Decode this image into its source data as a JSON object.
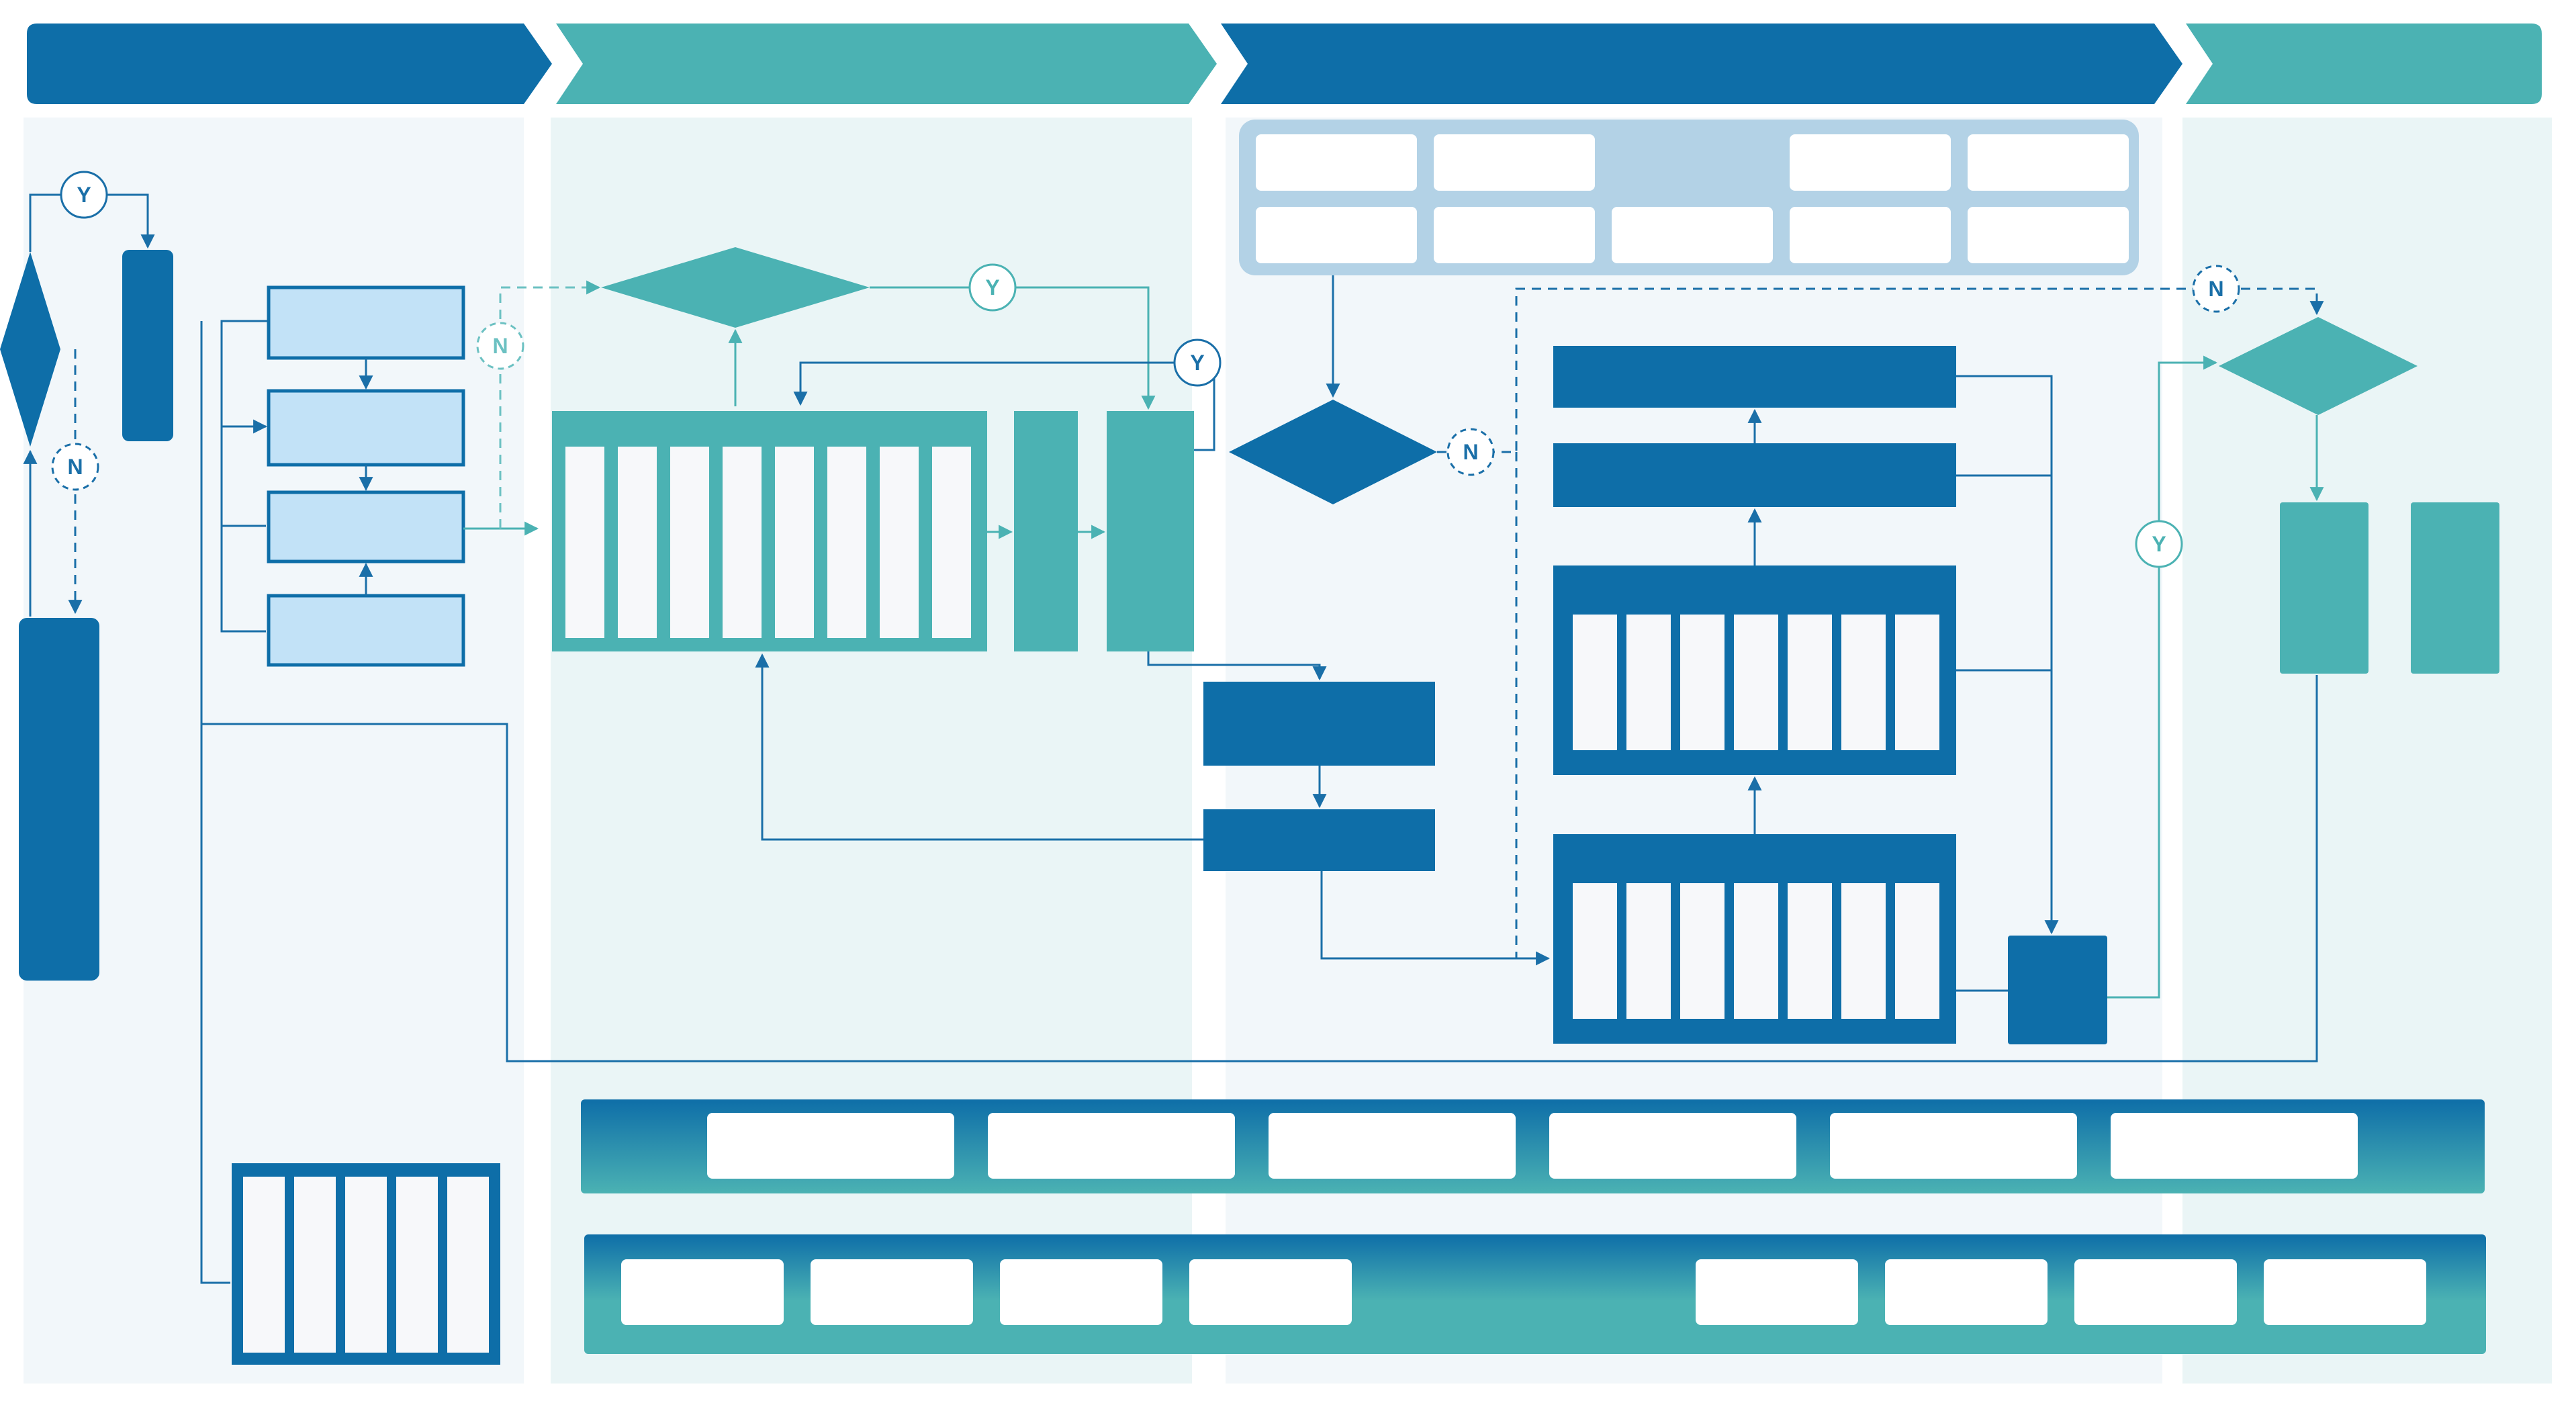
{
  "colors": {
    "dark_blue": "#0e6ea8",
    "teal": "#4bb2b3",
    "light_blue": "#c2e2f7",
    "lane_tint": "#f2f7fa",
    "lane_tint_teal": "#eaf5f6",
    "legend_frame": "#b3d2e6",
    "cell_white": "#f7f8fa",
    "line_blue": "#1a6fa8",
    "line_teal": "#4bb2b3",
    "dashed_blue": "#1a6fa8",
    "dashed_teal": "#6cc1c2"
  },
  "phases": [
    {
      "label": "",
      "style": "dark_blue"
    },
    {
      "label": "",
      "style": "teal"
    },
    {
      "label": "",
      "style": "dark_blue"
    },
    {
      "label": "",
      "style": "teal"
    }
  ],
  "connector_labels": {
    "yes": "Y",
    "no": "N"
  },
  "icons": [
    "decision-diamond",
    "process-box",
    "table-block",
    "connector-badge",
    "arrow"
  ]
}
